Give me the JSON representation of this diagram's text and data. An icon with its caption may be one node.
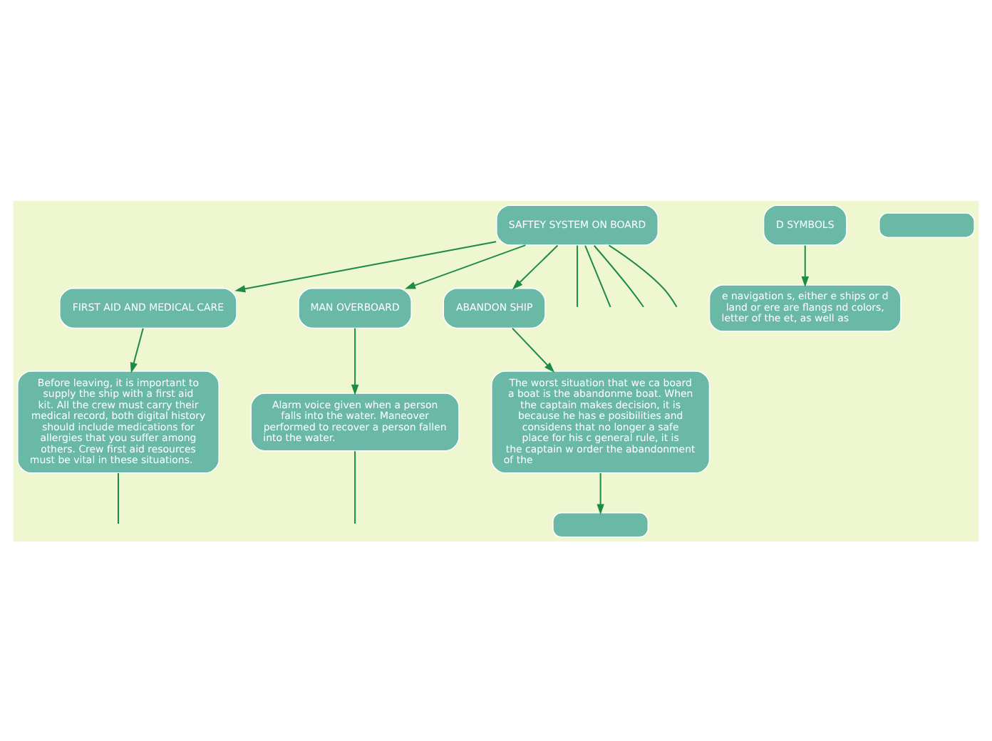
{
  "diagram": {
    "nodes": [
      {
        "text": [
          "SAFTEY SYSTEM ON BOARD"
        ]
      },
      {
        "text": [
          "D SYMBOLS"
        ]
      },
      {
        "text": [
          "e navigation s, either e ships or d land or ere are flangs nd colors, letter of the et, as well as"
        ]
      },
      {
        "text": [
          "FIRST AID AND MEDICAL CARE"
        ]
      },
      {
        "text": [
          "Before leaving, it is important to supply the ship with a first aid kit. All the crew must carry their medical record, both digital history should include medications for allergies that you suffer among others. Crew first aid resources must be vital in these situations."
        ]
      },
      {
        "text": [
          "MAN OVERBOARD"
        ]
      },
      {
        "text": [
          "Alarm voice given when a person falls into the water. Maneover performed to recover a person fallen into the water."
        ]
      },
      {
        "text": [
          "ABANDON SHIP"
        ]
      },
      {
        "text": [
          "The worst situation that we ca board a boat is the abandonme boat. When the captain makes decision, it is because he has e posibilities and considens that no longer a safe place for his c general rule, it is the captain w order the abandonment of the"
        ]
      },
      {
        "text": [],
        "shape": "box"
      },
      {
        "text": [],
        "shape": "box"
      }
    ],
    "edges": [
      {
        "from": 0,
        "to": null,
        "arrow": "none"
      },
      {
        "from": 0,
        "to": null,
        "arrow": "none"
      },
      {
        "from": 0,
        "to": 3,
        "arrow": "to"
      },
      {
        "from": 0,
        "to": 5,
        "arrow": "to"
      },
      {
        "from": 0,
        "to": 7,
        "arrow": "to"
      },
      {
        "from": 0,
        "to": null,
        "arrow": "none"
      },
      {
        "from": 0,
        "to": null,
        "arrow": "none"
      },
      {
        "from": 1,
        "to": 2,
        "arrow": "to"
      },
      {
        "from": 3,
        "to": 4,
        "arrow": "to"
      },
      {
        "from": 5,
        "to": 6,
        "arrow": "to"
      },
      {
        "from": 7,
        "to": 8,
        "arrow": "to"
      },
      {
        "from": 4,
        "to": null,
        "arrow": "none"
      },
      {
        "from": 6,
        "to": null,
        "arrow": "none"
      },
      {
        "from": 8,
        "to": 10,
        "arrow": "to"
      }
    ]
  }
}
